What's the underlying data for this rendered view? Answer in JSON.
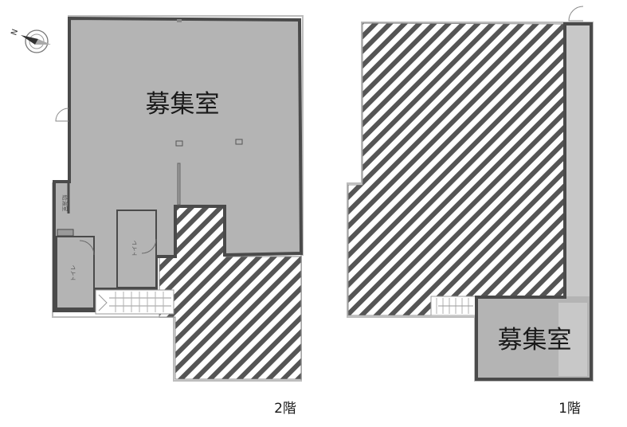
{
  "floor_2": {
    "room_label": "募集室",
    "floor_label": "2階",
    "toilet_label_a": "トイレ",
    "toilet_label_b": "トイレ",
    "side_label": "給湯室"
  },
  "floor_1": {
    "room_label": "募集室",
    "floor_label": "1階"
  },
  "compass": {
    "north_letter": "N"
  },
  "colors": {
    "room_fill": "#b4b4b4",
    "wall_stroke": "#4a4a4a",
    "hatch_stroke": "#555555",
    "background": "#ffffff"
  }
}
